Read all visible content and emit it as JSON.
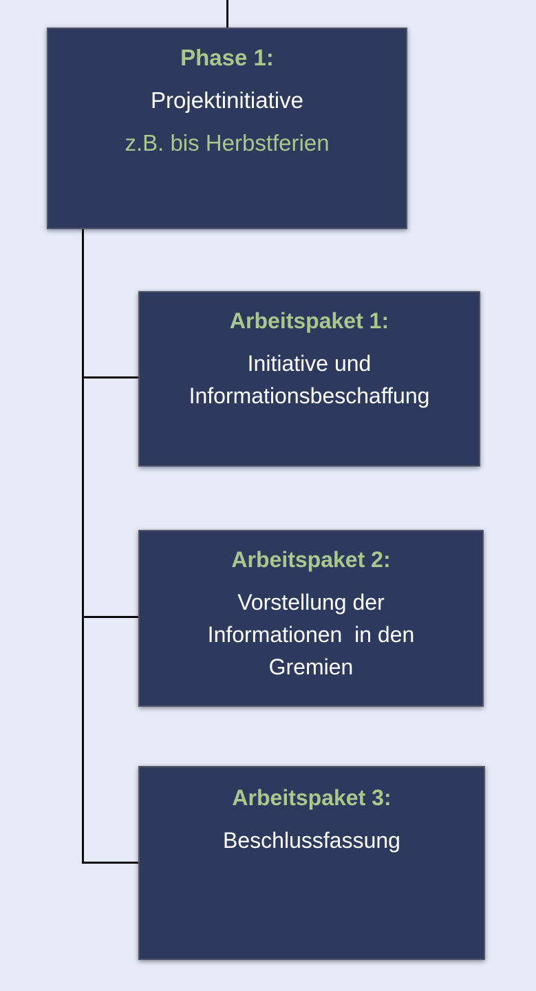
{
  "diagram": {
    "type": "flowchart",
    "background_color": "#e8ebf7",
    "box_fill_color": "#2d3a5e",
    "accent_green_color": "#a8c88c",
    "body_text_color": "#ffffff",
    "connector_color": "#0b0b0b",
    "phase": {
      "title": "Phase 1:",
      "subtitle": "Projektinitiative",
      "note": "z.B. bis Herbstferien"
    },
    "packages": [
      {
        "title": "Arbeitspaket 1:",
        "body": "Initiative und\nInformationsbeschaffung"
      },
      {
        "title": "Arbeitspaket 2:",
        "body": "Vorstellung der\nInformationen  in den\nGremien"
      },
      {
        "title": "Arbeitspaket 3:",
        "body": "Beschlussfassung"
      }
    ]
  }
}
